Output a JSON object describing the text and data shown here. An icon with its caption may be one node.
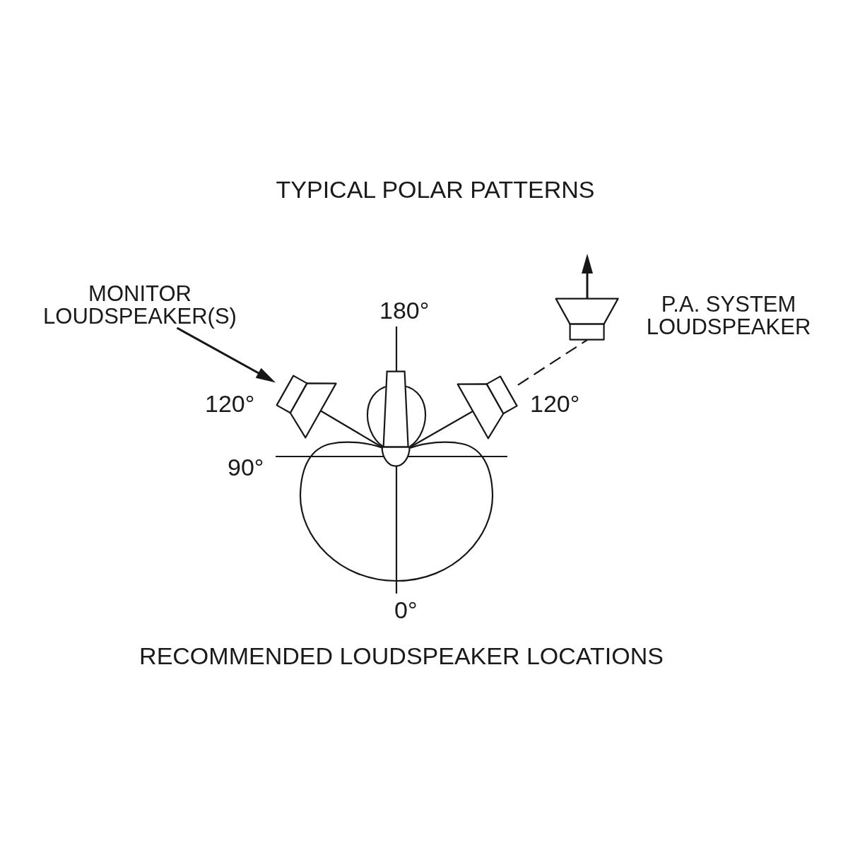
{
  "diagram": {
    "title": "TYPICAL POLAR PATTERNS",
    "caption": "RECOMMENDED LOUDSPEAKER LOCATIONS",
    "nodes": [
      {
        "text": [
          "MONITOR LOUDSPEAKER(S)"
        ]
      },
      {
        "text": [],
        "shape": "picture",
        "beside": [
          "P.A. SYSTEM LOUDSPEAKER"
        ]
      },
      {
        "text": [],
        "shape": "picture"
      },
      {
        "text": [],
        "shape": "microphone"
      },
      {
        "text": [],
        "shape": "picture"
      }
    ],
    "edges": [
      {
        "from": 0,
        "to": 2,
        "arrow": "to"
      },
      {
        "from": 3,
        "to": 2,
        "arrow": "none"
      },
      {
        "from": 3,
        "to": 4,
        "arrow": "none"
      },
      {
        "from": 4,
        "to": 1,
        "arrow": "none",
        "style": "dashed"
      },
      {
        "from": 1,
        "to": null,
        "arrow": "to"
      }
    ],
    "labels": [
      "180°",
      "120°",
      "120°",
      "90°",
      "0°"
    ]
  }
}
